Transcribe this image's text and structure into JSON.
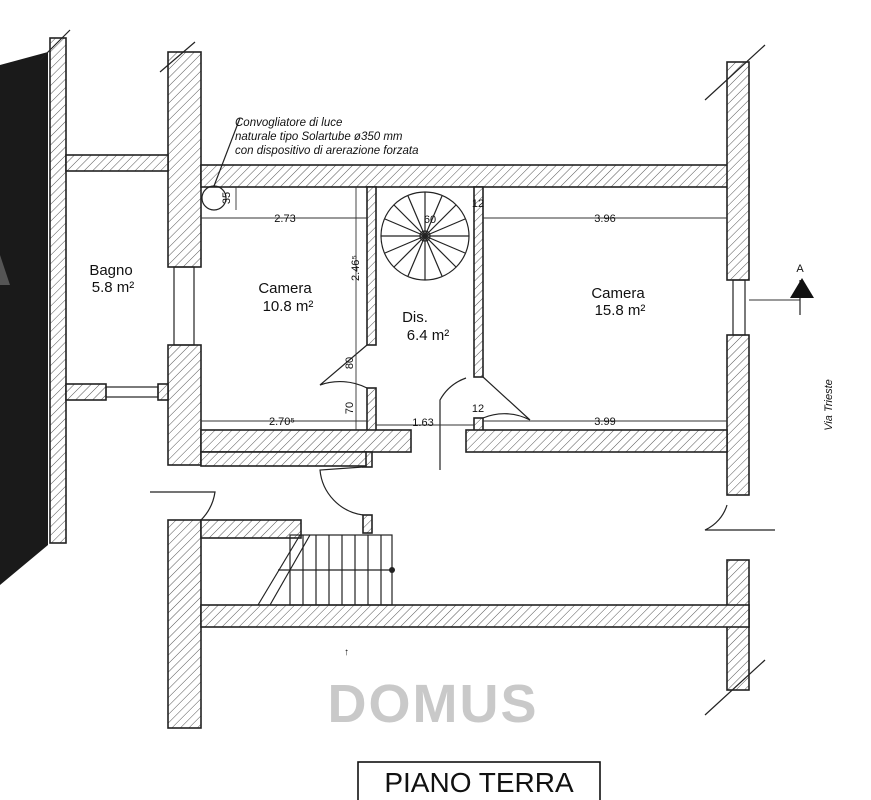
{
  "title": "PIANO TERRA",
  "watermark": "DOMUS",
  "street_label": "Via Trieste",
  "note": {
    "line1": "Convogliatore di luce",
    "line2": "naturale tipo Solartube ø350 mm",
    "line3": "con dispositivo di arerazione forzata"
  },
  "rooms": {
    "bagno": {
      "name": "Bagno",
      "area": "5.8 m²"
    },
    "camera_left": {
      "name": "Camera",
      "area": "10.8 m²"
    },
    "dis": {
      "name": "Dis.",
      "area": "6.4 m²"
    },
    "camera_right": {
      "name": "Camera",
      "area": "15.8 m²"
    }
  },
  "dimensions": {
    "d_273": "2.73",
    "d_396": "3.96",
    "d_2705": "2.70⁵",
    "d_163": "1.63",
    "d_399": "3.99",
    "d_2465": "2.46⁵",
    "d_35": "35",
    "d_80": "80",
    "d_70": "70",
    "d_60": "60",
    "d_12a": "12",
    "d_12b": "12"
  },
  "section_marker": "A",
  "colors": {
    "wall_line": "#222222",
    "watermark": "#c9c9c9",
    "dark_fill": "#1a1a1a"
  }
}
